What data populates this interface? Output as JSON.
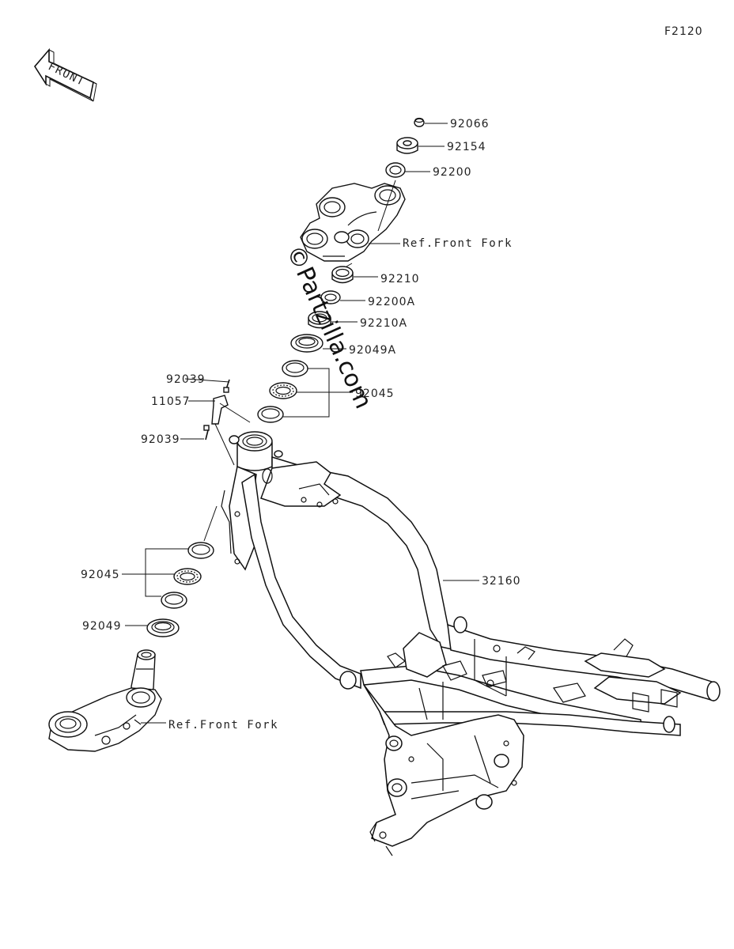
{
  "diagram_code": "F2120",
  "front_arrow_label": "FRONT",
  "watermark": "©Partzilla.com",
  "parts": {
    "p92066": "92066",
    "p92154": "92154",
    "p92200": "92200",
    "ref_front_fork_upper": "Ref.Front Fork",
    "p92210": "92210",
    "p92200A": "92200A",
    "p92210A": "92210A",
    "p92049A": "92049A",
    "p92039_upper": "92039",
    "p11057": "11057",
    "p92045_upper": "92045",
    "p92039_lower": "92039",
    "p32160": "32160",
    "p92045_lower": "92045",
    "p92049": "92049",
    "ref_front_fork_lower": "Ref.Front Fork"
  }
}
